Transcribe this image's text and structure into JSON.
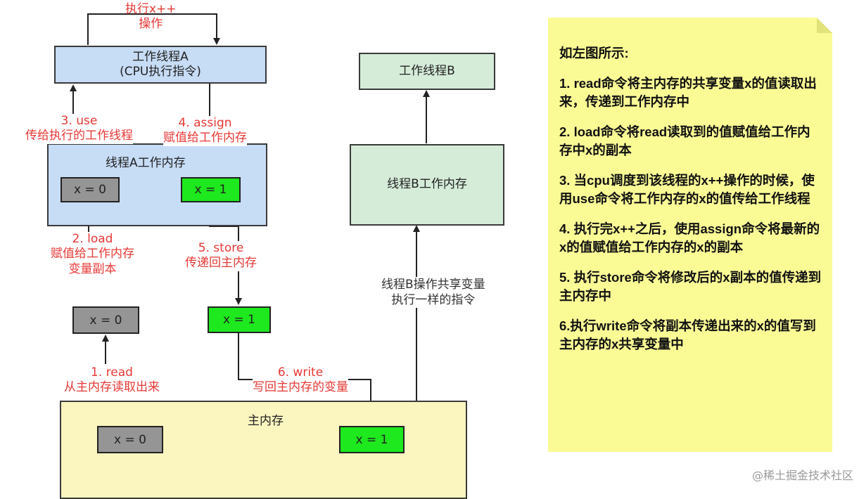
{
  "boxes": {
    "thread_a": "工作线程A\n(CPU执行指令)",
    "thread_a_memory": "线程A工作内存",
    "thread_b": "工作线程B",
    "thread_b_memory": "线程B工作内存",
    "main_memory": "主内存"
  },
  "values": {
    "a_use_copy": "x = 0",
    "a_assign_copy": "x = 1",
    "read_buffer": "x = 0",
    "store_buffer": "x = 1",
    "main_old": "x = 0",
    "main_new": "x = 1"
  },
  "labels": {
    "increment": "执行x++\n操作",
    "use": "3. use\n传给执行的工作线程",
    "assign": "4. assign\n赋值给工作内存",
    "load": "2. load\n赋值给工作内存\n变量副本",
    "store": "5. store\n传递回主内存",
    "read": "1. read\n从主内存读取出来",
    "write": "6. write\n写回主内存的变量",
    "thread_b_ops": "线程B操作共享变量\n执行一样的指令"
  },
  "note": {
    "title": "如左图所示:",
    "items": [
      "1. read命令将主内存的共享变量x的值读取出来，传递到工作内存中",
      "2. load命令将read读取到的值赋值给工作内存中x的副本",
      "3. 当cpu调度到该线程的x++操作的时候，使用use命令将工作内存的x的值传给工作线程",
      "4. 执行完x++之后，使用assign命令将最新的x的值赋值给工作内存的x的副本",
      "5. 执行store命令将修改后的x副本的值传递到主内存中",
      "6.执行write命令将副本传递出来的x的值写到主内存的x共享变量中"
    ]
  },
  "watermark": "@稀土掘金技术社区",
  "colors": {
    "thread_a_fill": "#c7dcf5",
    "thread_b_fill": "#d5ecd9",
    "main_memory_fill": "#fbf5c0",
    "old_value_fill": "#959595",
    "new_value_fill": "#1ee81e",
    "label_red": "#e53935",
    "note_fill": "#fbfb96"
  }
}
